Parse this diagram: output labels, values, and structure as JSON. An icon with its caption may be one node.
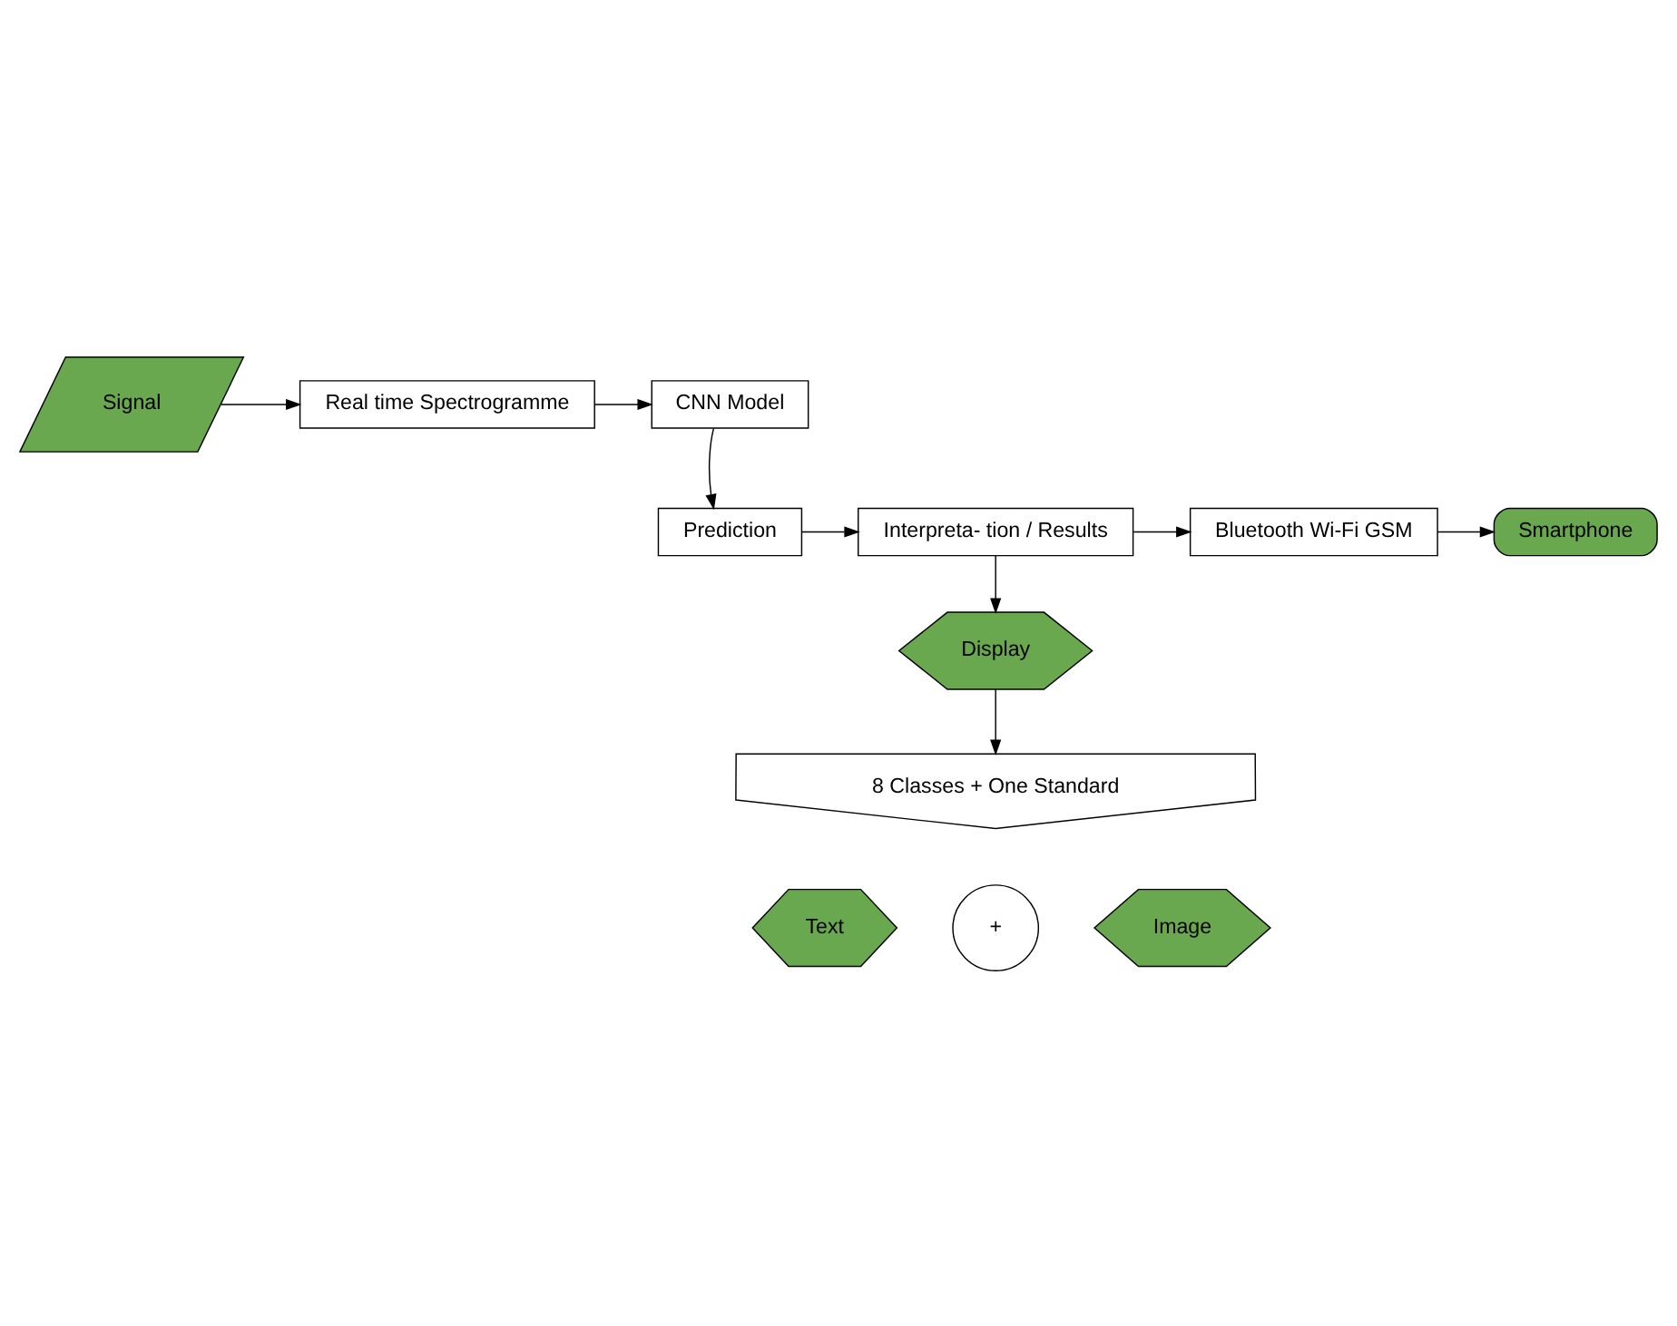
{
  "diagram": {
    "nodes": [
      {
        "text": [
          "Signal"
        ]
      },
      {
        "text": [
          "Real time Spectrogramme"
        ]
      },
      {
        "text": [
          "CNN Model"
        ]
      },
      {
        "text": [
          "Prediction"
        ]
      },
      {
        "text": [
          "Interpreta- tion / Results"
        ]
      },
      {
        "text": [
          "Bluetooth Wi-Fi GSM"
        ]
      },
      {
        "text": [
          "Smartphone"
        ]
      },
      {
        "text": [
          "Display"
        ]
      },
      {
        "text": [
          "8 Classes + One Standard"
        ]
      },
      {
        "text": [
          "Text"
        ]
      },
      {
        "text": [
          "+"
        ]
      },
      {
        "text": [
          "Image"
        ]
      }
    ],
    "edges": [
      {
        "from": 0,
        "to": 1,
        "arrow": "to"
      },
      {
        "from": 1,
        "to": 2,
        "arrow": "to"
      },
      {
        "from": 2,
        "to": 3,
        "arrow": "to"
      },
      {
        "from": 3,
        "to": 4,
        "arrow": "to"
      },
      {
        "from": 4,
        "to": 5,
        "arrow": "to"
      },
      {
        "from": 5,
        "to": 6,
        "arrow": "to"
      },
      {
        "from": 4,
        "to": 7,
        "arrow": "to"
      },
      {
        "from": 7,
        "to": 8,
        "arrow": "to"
      }
    ]
  }
}
